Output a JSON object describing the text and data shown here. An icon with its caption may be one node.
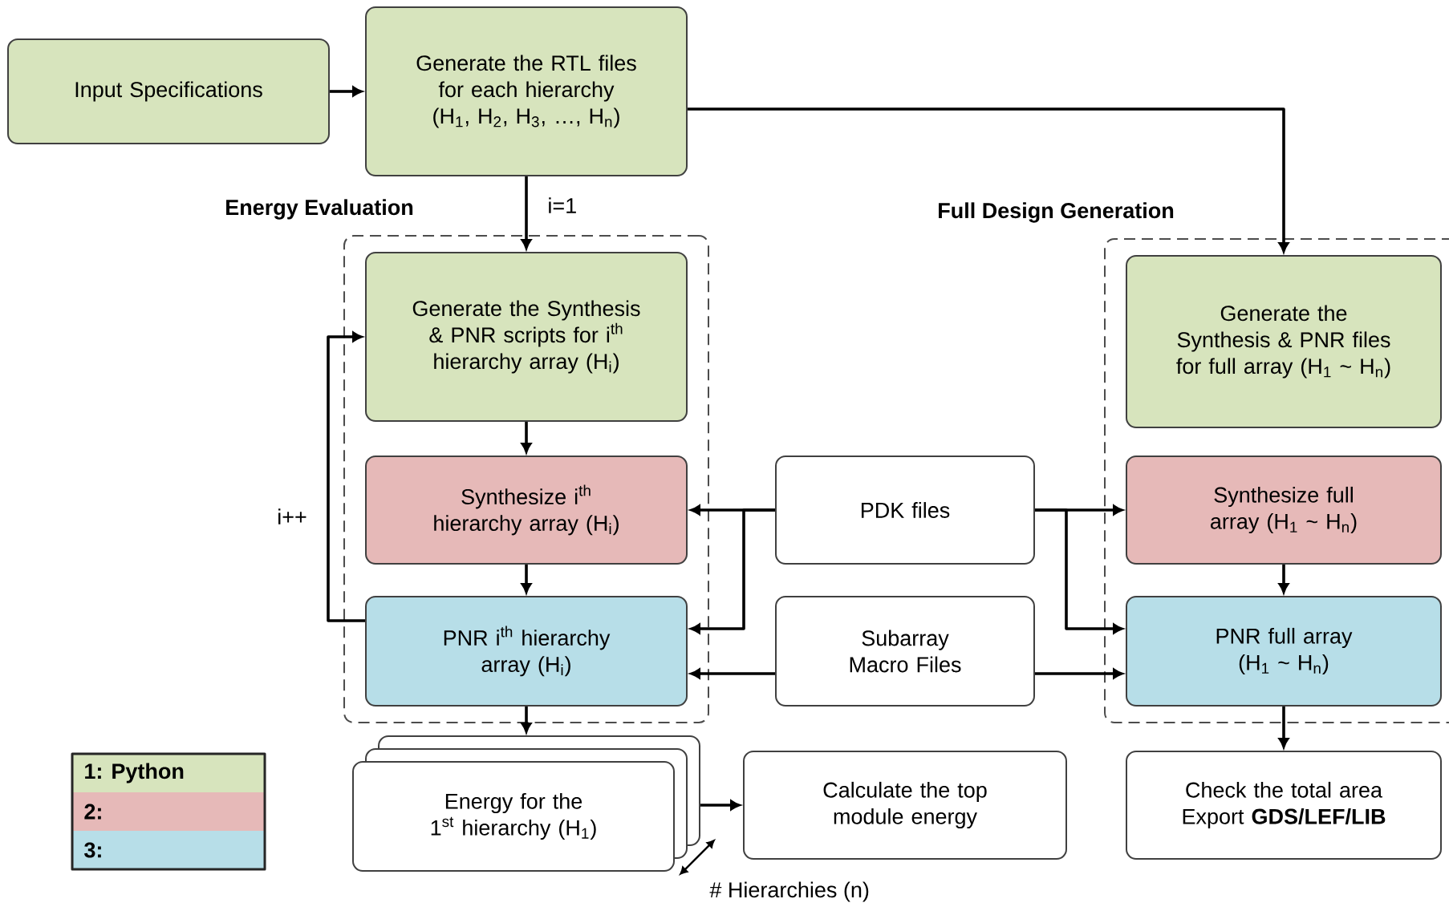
{
  "diagram": {
    "nodes": [
      {
        "text": [
          "Input Specifications"
        ]
      },
      {
        "text": [
          "Generate the RTL files for each hierarchy (H$_{1}$, H$_{2}$, H$_{3}$, …, H$_{n}$)"
        ]
      },
      {
        "text": [
          "Energy Evaluation"
        ]
      },
      {
        "text": [
          "Generate the Synthesis & PNR scripts for i$^{th}$ hierarchy array (H$_{i}$)"
        ],
        "in": 2
      },
      {
        "text": [
          "Synthesize i$^{th}$ hierarchy array (H$_{i}$)"
        ],
        "in": 2
      },
      {
        "text": [
          "PNR i$^{th}$ hierarchy array (H$_{i}$)"
        ],
        "in": 2
      },
      {
        "text": [
          "Full Design Generation"
        ]
      },
      {
        "text": [
          "Generate the Synthesis & PNR files for full array (H$_{1}$ ~ H$_{n}$)"
        ],
        "in": 6
      },
      {
        "text": [
          "Synthesize full array (H$_{1}$ ~ H$_{n}$)"
        ],
        "in": 6
      },
      {
        "text": [
          "PNR full array (H$_{1}$ ~ H$_{n}$)"
        ],
        "in": 6
      },
      {
        "text": [
          "PDK files"
        ]
      },
      {
        "text": [
          "Subarray Macro Files"
        ]
      },
      {
        "text": [
          "Energy for the 1$^{st}$ hierarchy (H$_{1}$)"
        ]
      },
      {
        "text": [
          "Calculate the top module energy"
        ]
      },
      {
        "text": [
          "Check the total area Export **GDS/LEF/LIB**"
        ]
      }
    ],
    "edges": [
      {
        "from": 0,
        "to": 1,
        "arrow": "to"
      },
      {
        "from": 1,
        "to": 3,
        "arrow": "to",
        "label": "i=1"
      },
      {
        "from": 1,
        "to": 7,
        "arrow": "to"
      },
      {
        "from": 3,
        "to": 4,
        "arrow": "to"
      },
      {
        "from": 4,
        "to": 5,
        "arrow": "to"
      },
      {
        "from": 5,
        "to": 3,
        "arrow": "to",
        "label": "i++"
      },
      {
        "from": 10,
        "to": 4,
        "arrow": "to"
      },
      {
        "from": 10,
        "to": 5,
        "arrow": "to"
      },
      {
        "from": 11,
        "to": 5,
        "arrow": "to"
      },
      {
        "from": 10,
        "to": 8,
        "arrow": "to"
      },
      {
        "from": 10,
        "to": 9,
        "arrow": "to"
      },
      {
        "from": 11,
        "to": 9,
        "arrow": "to"
      },
      {
        "from": 8,
        "to": 9,
        "arrow": "to"
      },
      {
        "from": 5,
        "to": 12,
        "arrow": "to"
      },
      {
        "from": 12,
        "to": 13,
        "arrow": "to"
      },
      {
        "from": 9,
        "to": 14,
        "arrow": "to"
      }
    ],
    "labels": [
      "# Hierarchies (n)"
    ],
    "legend": [
      {
        "text": "1: Python",
        "color": "#d7e4bd"
      },
      {
        "text": "2:",
        "color": "#e6b9b8"
      },
      {
        "text": "3:",
        "color": "#b7dee8"
      }
    ]
  }
}
